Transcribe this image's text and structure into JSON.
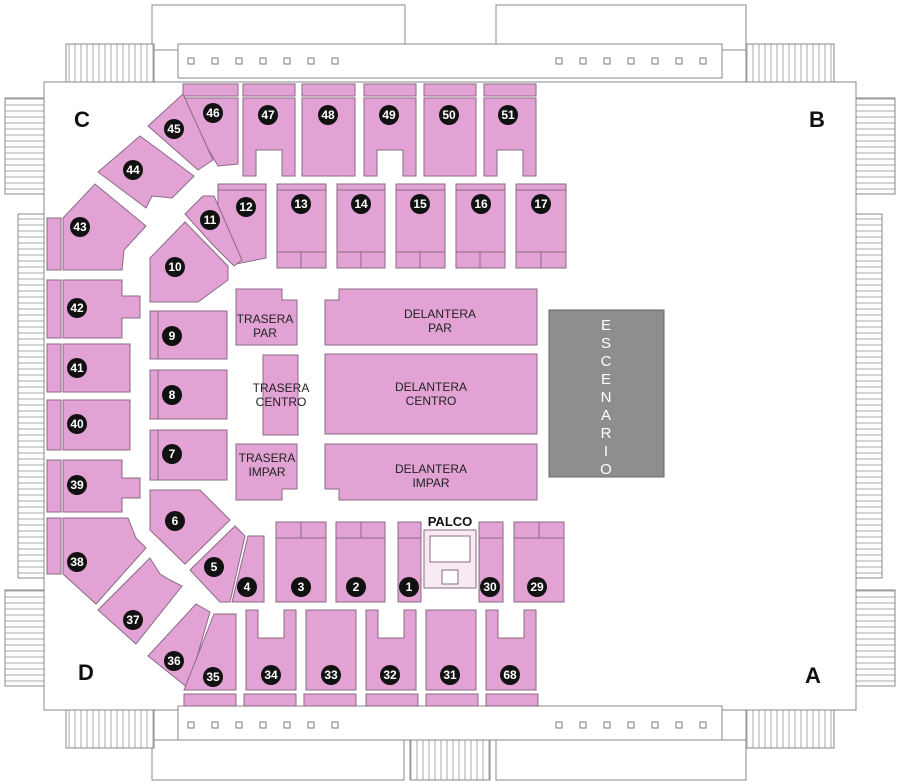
{
  "corners": {
    "a": "A",
    "b": "B",
    "c": "C",
    "d": "D"
  },
  "stage": {
    "letters": [
      "E",
      "S",
      "C",
      "E",
      "N",
      "A",
      "R",
      "I",
      "O"
    ]
  },
  "floor": {
    "trasera_par": [
      "TRASERA",
      "PAR"
    ],
    "trasera_centro": [
      "TRASERA",
      "CENTRO"
    ],
    "trasera_impar": [
      "TRASERA",
      "IMPAR"
    ],
    "delantera_par": [
      "DELANTERA",
      "PAR"
    ],
    "delantera_centro": [
      "DELANTERA",
      "CENTRO"
    ],
    "delantera_impar": [
      "DELANTERA",
      "IMPAR"
    ]
  },
  "palco": "PALCO",
  "sections": {
    "s1": "1",
    "s2": "2",
    "s3": "3",
    "s4": "4",
    "s5": "5",
    "s6": "6",
    "s7": "7",
    "s8": "8",
    "s9": "9",
    "s10": "10",
    "s11": "11",
    "s12": "12",
    "s13": "13",
    "s14": "14",
    "s15": "15",
    "s16": "16",
    "s17": "17",
    "s29": "29",
    "s30": "30",
    "s31": "31",
    "s32": "32",
    "s33": "33",
    "s34": "34",
    "s35": "35",
    "s36": "36",
    "s37": "37",
    "s38": "38",
    "s39": "39",
    "s40": "40",
    "s41": "41",
    "s42": "42",
    "s43": "43",
    "s44": "44",
    "s45": "45",
    "s46": "46",
    "s47": "47",
    "s48": "48",
    "s49": "49",
    "s50": "50",
    "s51": "51",
    "s68": "68"
  },
  "colors": {
    "section_fill": "#e2a3d4",
    "section_stroke": "#8a6a86",
    "stage_fill": "#8e8e8e",
    "badge_fill": "#111111"
  }
}
